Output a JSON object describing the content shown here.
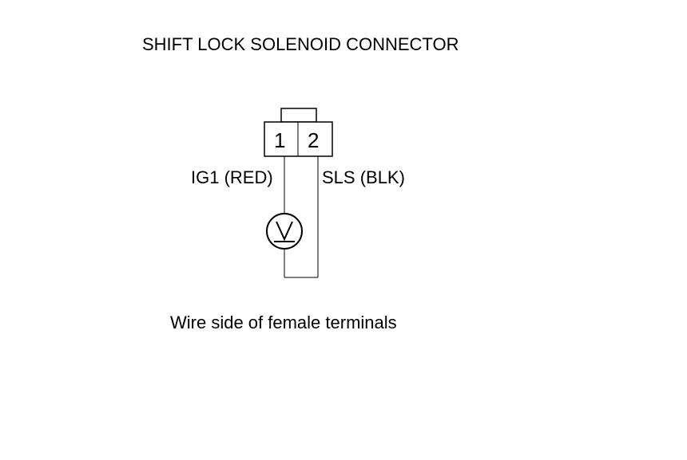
{
  "title": "SHIFT LOCK SOLENOID CONNECTOR",
  "caption": "Wire side of female terminals",
  "connector": {
    "terminals": [
      {
        "number": "1",
        "label": "IG1 (RED)"
      },
      {
        "number": "2",
        "label": "SLS (BLK)"
      }
    ]
  },
  "meter": {
    "symbol": "V",
    "icon": "voltmeter-icon"
  },
  "colors": {
    "line": "#000000",
    "background": "#ffffff"
  }
}
